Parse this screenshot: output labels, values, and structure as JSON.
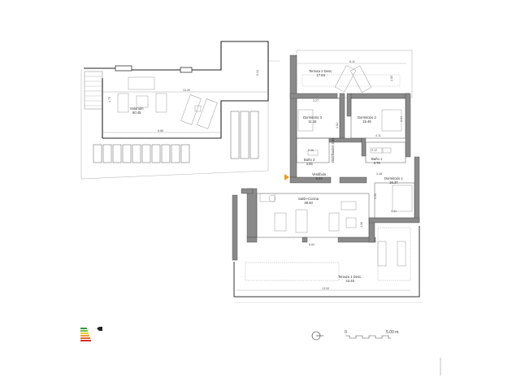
{
  "plan": {
    "upper_floor": {
      "rooms": [
        {
          "name": "Solarium",
          "area": "60.45"
        }
      ],
      "dimensions": {
        "width_top": "13.30",
        "width_bottom": "8.86",
        "height_left": "4.75",
        "height_right": "6.13"
      }
    },
    "main_floor": {
      "rooms": [
        {
          "name": "Terraza 2 Desc.",
          "area": "17.84"
        },
        {
          "name": "Dormitorio 3",
          "area": "11.15"
        },
        {
          "name": "Dormitorio 2",
          "area": "15.49"
        },
        {
          "name": "Baño 2",
          "area": "4.05"
        },
        {
          "name": "Baño 1",
          "area": "3.70"
        },
        {
          "name": "Distribuidor",
          "area": "3.81"
        },
        {
          "name": "Vestíbulo",
          "area": "5.03"
        },
        {
          "name": "Salón-Cocina",
          "area": "38.50"
        },
        {
          "name": "Dormitorio 1",
          "area": "16.37"
        },
        {
          "name": "Terraza 1 Desc.",
          "area": "43.45"
        }
      ],
      "dimensions": {
        "terraza2_width": "8.11",
        "terraza2_height": "2.00",
        "dorm3_width": "3.27",
        "dorm3_height": "3.92",
        "dorm2_width": "4.11",
        "dorm2_height": "3.04",
        "bano2_width": "2.36",
        "bano1_width": "3.12",
        "dorm1_width_top": "3.48",
        "dorm1_width_bottom": "3.41",
        "dorm1_height": "3.50",
        "salon_width": "8.84",
        "salon_height": "4.36",
        "terraza1_width": "13.53"
      }
    },
    "legend": {
      "energy_rating": "A",
      "energy_bar_colors": [
        "#2e9a3e",
        "#7dbb42",
        "#e3d62c",
        "#f0a030",
        "#e46a2a",
        "#d62d2a"
      ],
      "entrance_marker_color": "#f39a1d",
      "scale_start": "0",
      "scale_end": "5.00 m."
    }
  }
}
